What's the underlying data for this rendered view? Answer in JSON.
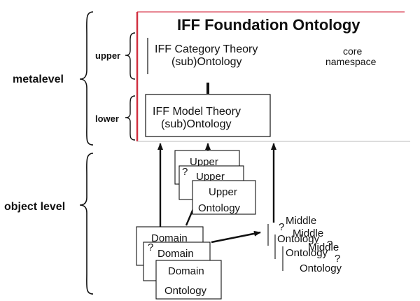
{
  "title": "IFF Foundation Ontology",
  "levels": {
    "metalevel": "metalevel",
    "upper": "upper",
    "lower": "lower",
    "object_level": "object level"
  },
  "meta_boxes": {
    "category_line1": "IFF Category Theory",
    "category_line2": "(sub)Ontology",
    "core_line1": "core",
    "core_line2": "namespace",
    "model_line1": "IFF Model Theory",
    "model_line2": "(sub)Ontology"
  },
  "upper_stack": {
    "word1": "Upper",
    "q": "?",
    "word2": "Upper",
    "front_line1": "Upper",
    "front_line2": "Ontology"
  },
  "domain_stack": {
    "word1": "Domain",
    "q": "?",
    "word2": "Domain",
    "front_line1": "Domain",
    "front_line2": "Ontology"
  },
  "middle_stack": {
    "word1": "Middle",
    "q1": "?",
    "word2": "Middle",
    "word3": "Ontology",
    "q2": "?",
    "word4": "Middle",
    "word5": "Ontology",
    "q3": "?",
    "word6": "Ontology"
  },
  "colors": {
    "frame_red": "#e06070",
    "ink": "#111111"
  }
}
